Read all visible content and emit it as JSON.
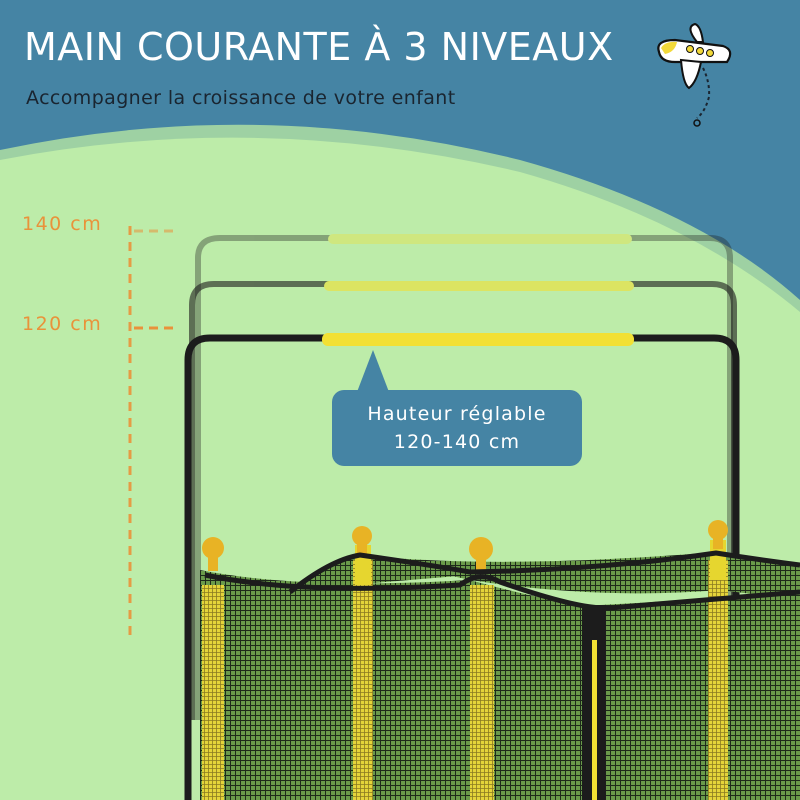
{
  "header": {
    "title": "MAIN COURANTE À 3 NIVEAUX",
    "subtitle": "Accompagner la croissance de votre enfant",
    "icon": "airplane-icon"
  },
  "height_scale": {
    "top_label": "140 cm",
    "bottom_label": "120 cm",
    "color": "#e9923a"
  },
  "callout": {
    "line1": "Hauteur réglable",
    "line2": "120-140 cm",
    "color": "#4584a4"
  },
  "product": {
    "rail_levels": 3,
    "rail_color": "#f2e034",
    "frame_color": "#1c1c1c",
    "net_color": "#1f1f1f",
    "pole_color": "#e7d840"
  },
  "colors": {
    "background_blue": "#4584a4",
    "background_green": "#bdeca9",
    "green_rim": "#9ed1a3"
  }
}
